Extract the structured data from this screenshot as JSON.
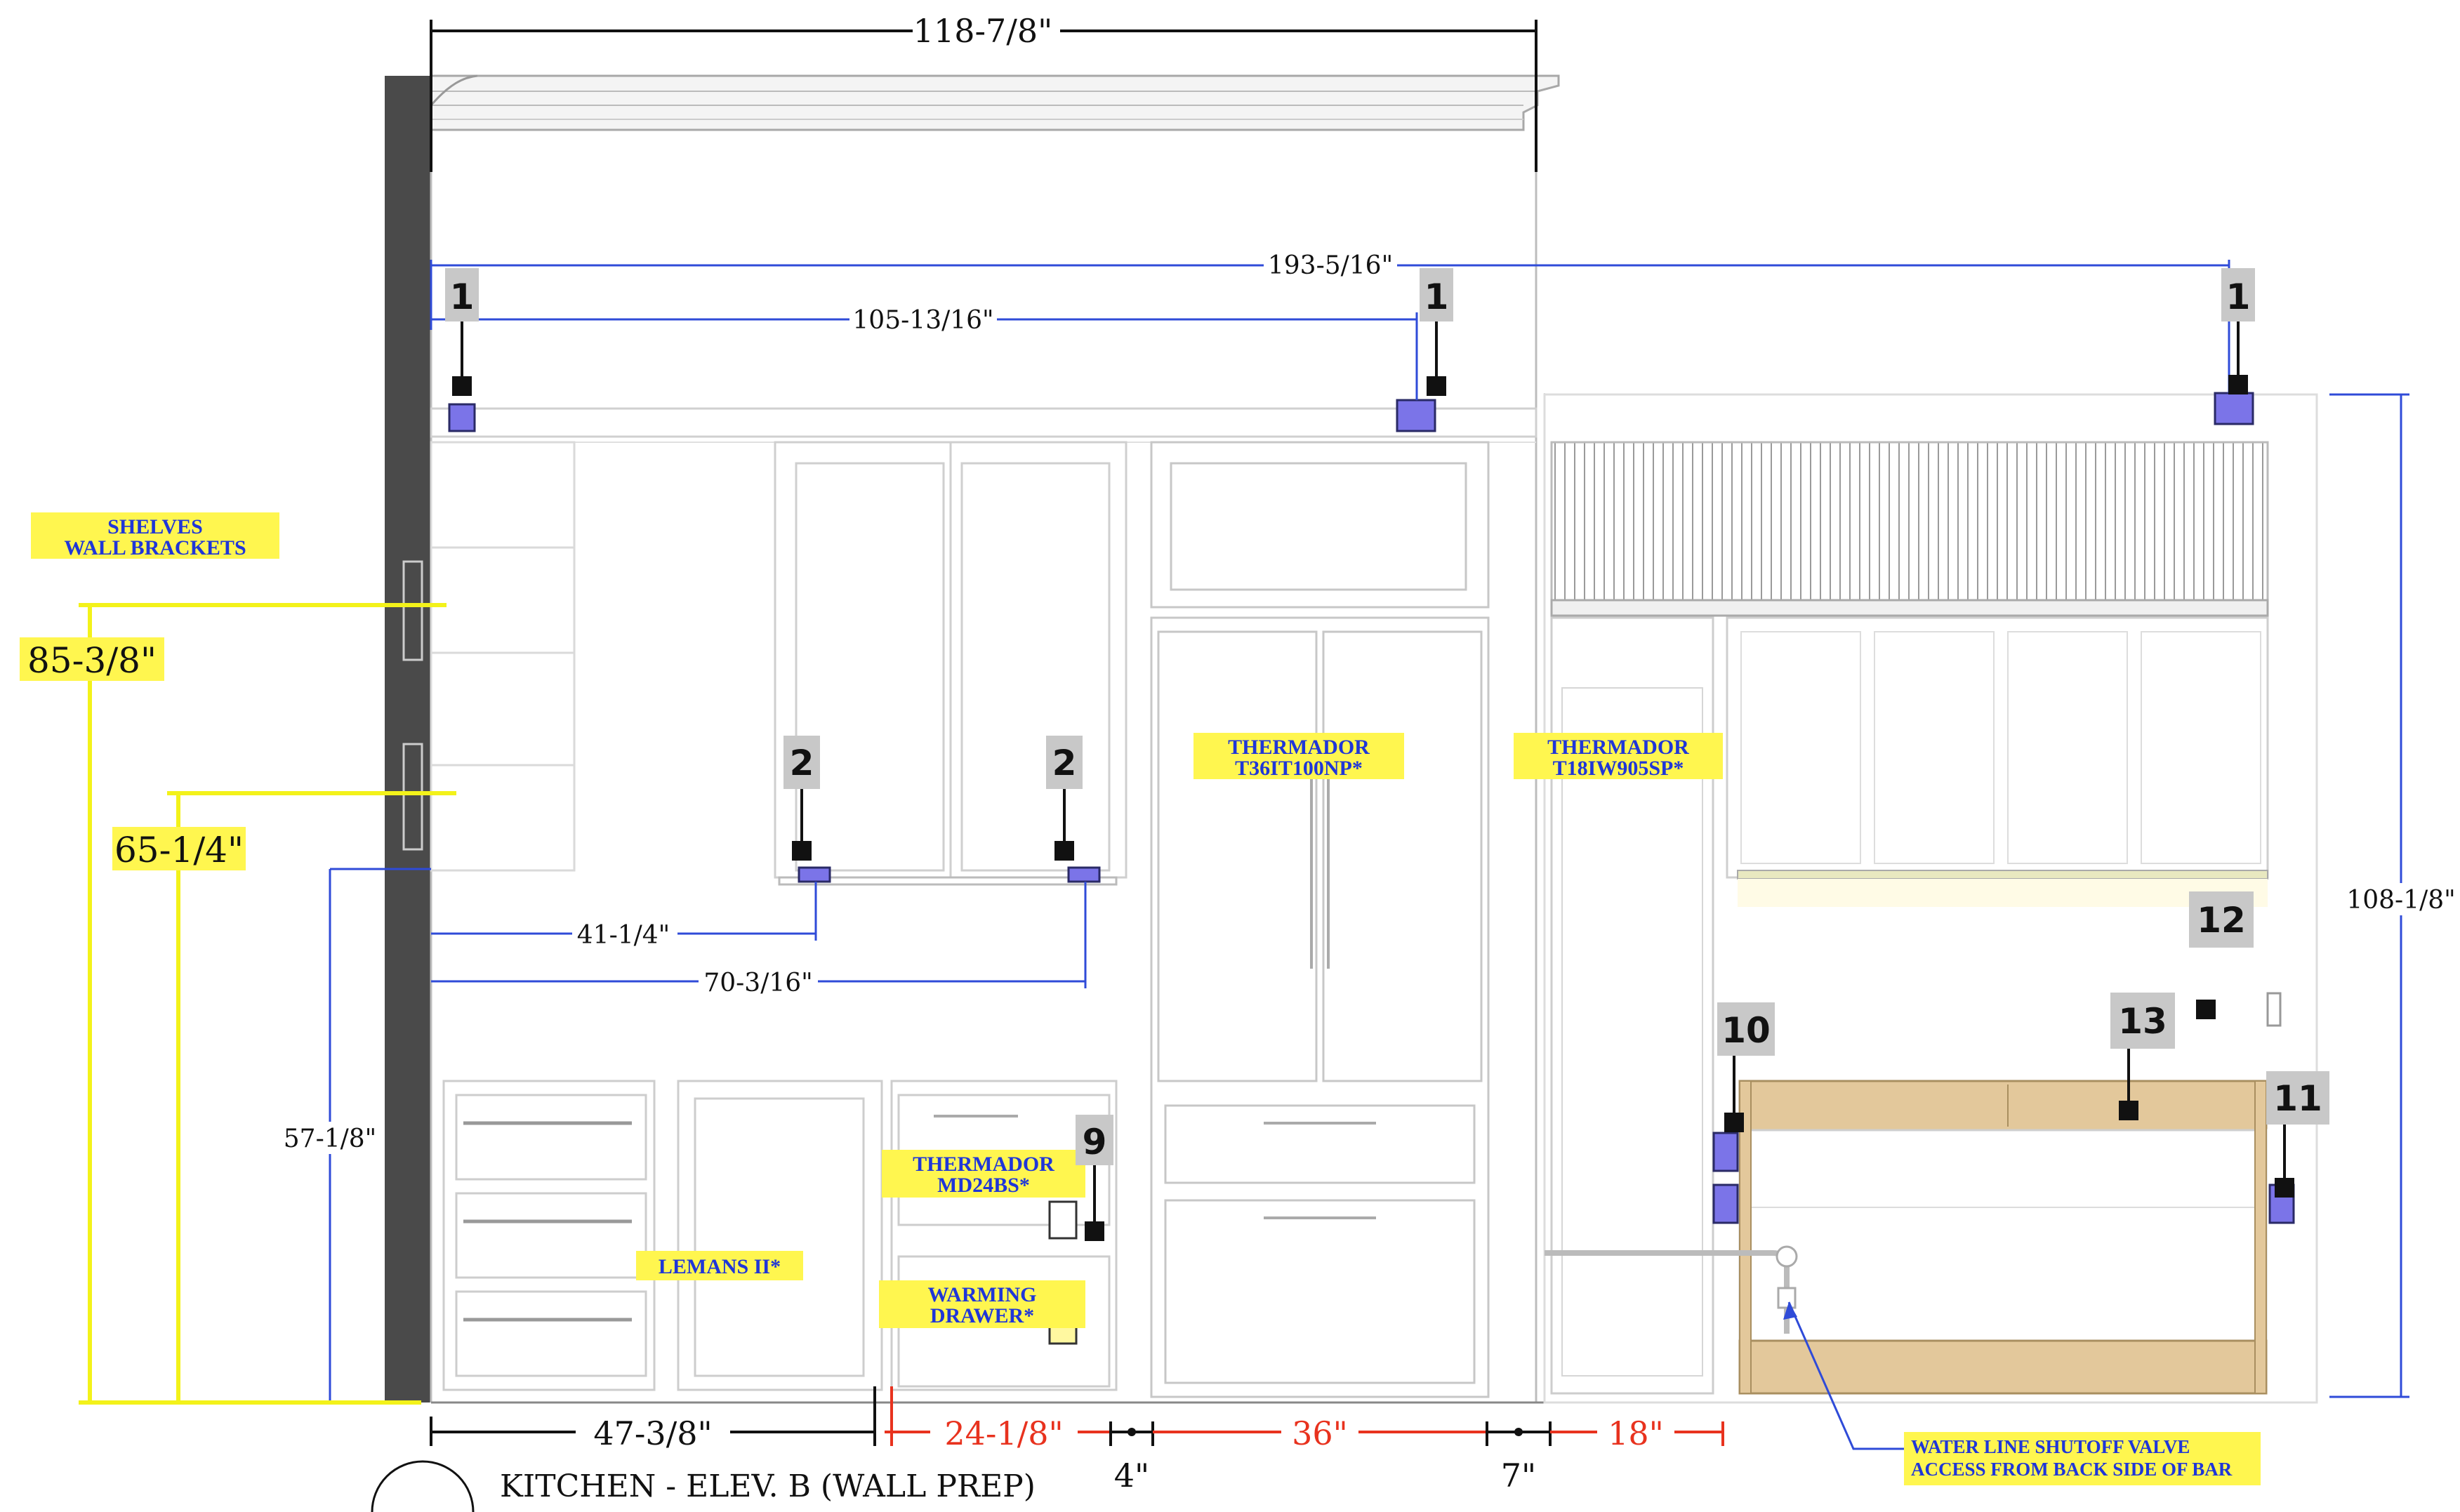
{
  "title": "KITCHEN - ELEV. B (WALL PREP)",
  "dimensions": {
    "top_overall": "118-7/8\"",
    "blue_long": "193-5/16\"",
    "blue_mid": "105-13/16\"",
    "blue_41": "41-1/4\"",
    "blue_70": "70-3/16\"",
    "blue_57": "57-1/8\"",
    "right_108": "108-1/8\"",
    "yellow_85": "85-3/8\"",
    "yellow_65": "65-1/4\"",
    "bottom_47": "47-3/8\"",
    "red_24": "24-1/8\"",
    "red_36": "36\"",
    "red_18": "18\"",
    "gap_4": "4\"",
    "gap_7": "7\""
  },
  "labels": {
    "shelves_line1": "SHELVES",
    "shelves_line2": "WALL BRACKETS",
    "thermador1_line1": "THERMADOR",
    "thermador1_line2": "T36IT100NP*",
    "thermador2_line1": "THERMADOR",
    "thermador2_line2": "T18IW905SP*",
    "thermador3_line1": "THERMADOR",
    "thermador3_line2": "MD24BS*",
    "warming_line1": "WARMING",
    "warming_line2": "DRAWER*",
    "lemans": "LEMANS II*",
    "water_line1": "WATER LINE SHUTOFF VALVE",
    "water_line2": "ACCESS FROM BACK SIDE OF BAR"
  },
  "markers": {
    "m1a": "1",
    "m1b": "1",
    "m1c": "1",
    "m2a": "2",
    "m2b": "2",
    "m9": "9",
    "m10": "10",
    "m11": "11",
    "m12": "12",
    "m13": "13"
  },
  "colors": {
    "blue_dim": "#2f4bd8",
    "red_dim": "#e8321e",
    "yellow_highlight": "#fff64f",
    "label_blue": "#1f36d8",
    "marker_gray": "#c8c8c8",
    "wall_dark": "#4a4a4a",
    "wood": "#e3c89b"
  }
}
